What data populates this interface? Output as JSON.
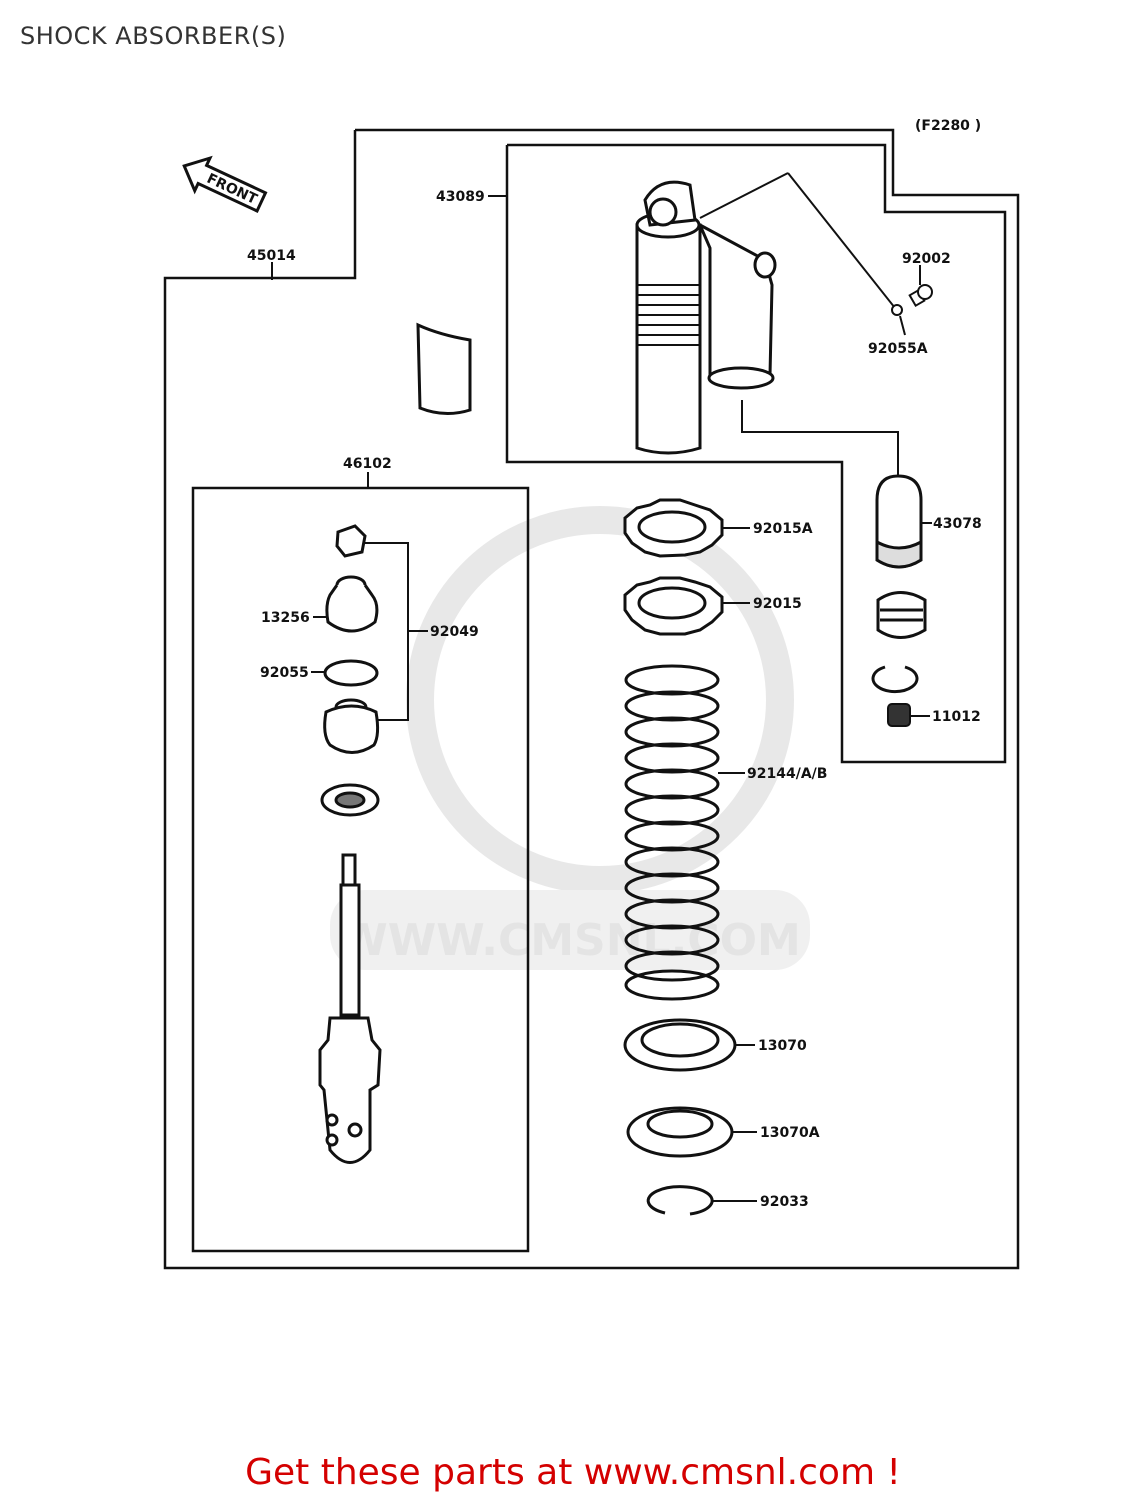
{
  "header": {
    "title": "SHOCK ABSORBER(S)"
  },
  "diagram": {
    "code": "(F2280 )",
    "front_arrow_label": "FRONT",
    "watermark": "WWW.CMSNL.COM",
    "parts": {
      "p45014": "45014",
      "p43089": "43089",
      "p92002": "92002",
      "p92055A": "92055A",
      "p46102": "46102",
      "p43078": "43078",
      "p92015A": "92015A",
      "p92015": "92015",
      "p13256": "13256",
      "p92049": "92049",
      "p92055": "92055",
      "p11012": "11012",
      "p92144": "92144/A/B",
      "p13070": "13070",
      "p13070A": "13070A",
      "p92033": "92033"
    }
  },
  "footer": {
    "promo": "Get these parts at www.cmsnl.com !",
    "promo_color": "#d40000"
  }
}
